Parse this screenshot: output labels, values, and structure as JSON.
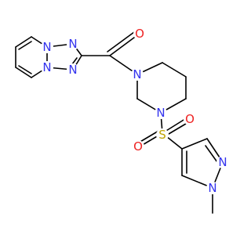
{
  "structure": {
    "atoms": [
      {
        "id": "n1",
        "label": "N",
        "color": "#3333ee"
      },
      {
        "id": "n2",
        "label": "N",
        "color": "#3333ee"
      },
      {
        "id": "n3",
        "label": "N",
        "color": "#3333ee"
      },
      {
        "id": "n4",
        "label": "N",
        "color": "#3333ee"
      },
      {
        "id": "o1",
        "label": "O",
        "color": "#ee2222"
      },
      {
        "id": "n5",
        "label": "N",
        "color": "#3333ee"
      },
      {
        "id": "n6",
        "label": "N",
        "color": "#3333ee"
      },
      {
        "id": "s1",
        "label": "S",
        "color": "#bfa200"
      },
      {
        "id": "o2",
        "label": "O",
        "color": "#ee2222"
      },
      {
        "id": "o3",
        "label": "O",
        "color": "#ee2222"
      },
      {
        "id": "n7",
        "label": "N",
        "color": "#3333ee"
      },
      {
        "id": "n8",
        "label": "N",
        "color": "#3333ee"
      }
    ]
  }
}
